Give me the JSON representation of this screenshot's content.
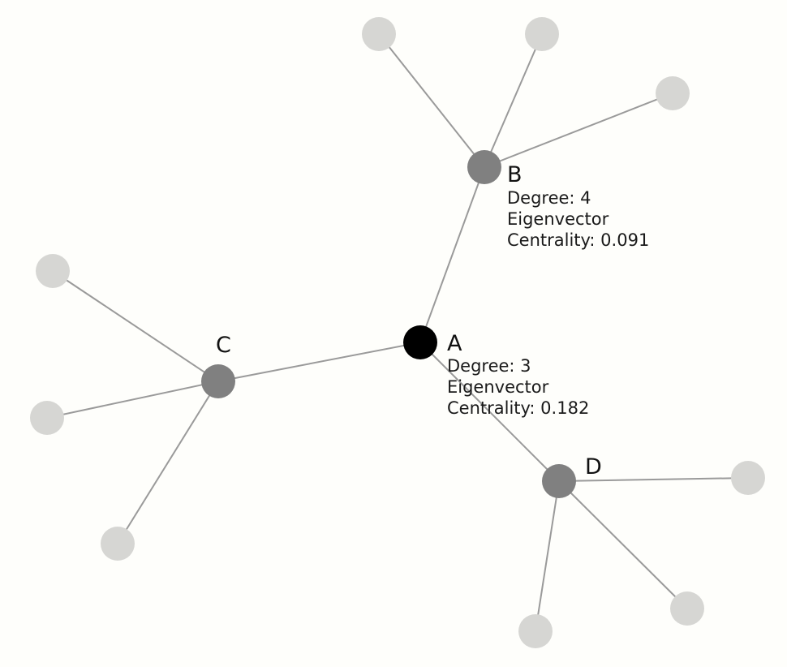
{
  "nodes": {
    "A": {
      "label": "A",
      "color": "#000000"
    },
    "B": {
      "label": "B",
      "color": "#808080"
    },
    "C": {
      "label": "C",
      "color": "#808080"
    },
    "D": {
      "label": "D",
      "color": "#808080"
    }
  },
  "leaf_color": "#d6d6d3",
  "edge_color": "#9a9a9a",
  "annotations": {
    "B": [
      "Degree: 4",
      "Eigenvector",
      "Centrality: 0.091"
    ],
    "A": [
      "Degree: 3",
      "Eigenvector",
      "Centrality: 0.182"
    ]
  }
}
